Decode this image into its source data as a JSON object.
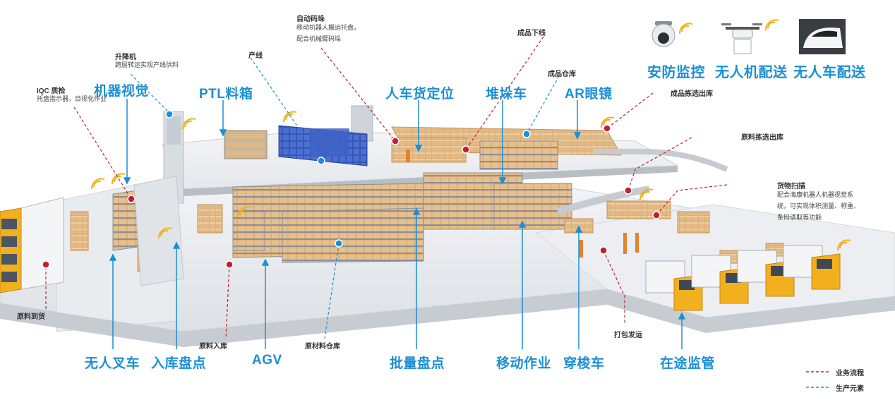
{
  "top_features": [
    {
      "label": "安防监控",
      "icon": "security-camera-icon"
    },
    {
      "label": "无人机配送",
      "icon": "drone-icon"
    },
    {
      "label": "无人车配送",
      "icon": "autonomous-vehicle-icon"
    }
  ],
  "blue_labels": {
    "machine_vision": "机器视觉",
    "ptl_box": "PTL料箱",
    "person_goods_locate": "人车货定位",
    "stacker": "堆垛车",
    "ar_glasses": "AR眼镜",
    "unmanned_forklift": "无人叉车",
    "inbound_inventory": "入库盘点",
    "agv": "AGV",
    "batch_inventory": "批量盘点",
    "mobile_work": "移动作业",
    "shuttle": "穿梭车",
    "in_transit": "在途监管"
  },
  "process_labels": {
    "auto_stacking_title": "自动码垛",
    "auto_stacking_desc1": "移动机器人搬运托盘，",
    "auto_stacking_desc2": "配合机械臂码垛",
    "lift_title": "升降机",
    "lift_desc": "跨层转运实现产线供料",
    "production_line": "产线",
    "finished_offline": "成品下线",
    "finished_warehouse": "成品仓库",
    "finished_pick_out": "成品拣选出库",
    "raw_pick_out": "原料拣选出库",
    "goods_scan_title": "货物扫描",
    "goods_scan_desc1": "配合海康机器人机器视觉系",
    "goods_scan_desc2": "统，可实现体积测量、称重、",
    "goods_scan_desc3": "条码读取等功能",
    "iqc_title": "IQC 质检",
    "iqc_desc": "托盘指示器，目视化作业",
    "raw_arrival": "原料到货",
    "raw_inbound": "原料入库",
    "raw_warehouse": "原材料仓库",
    "pack_ship": "打包发运"
  },
  "legend": {
    "business": "业务流程",
    "production": "生产元素"
  },
  "colors": {
    "accent_blue": "#1a8fd6",
    "business_red": "#c0212f",
    "floor": "#e8ebef",
    "box": "#d7a86e",
    "truck_yellow": "#f2b01e"
  }
}
